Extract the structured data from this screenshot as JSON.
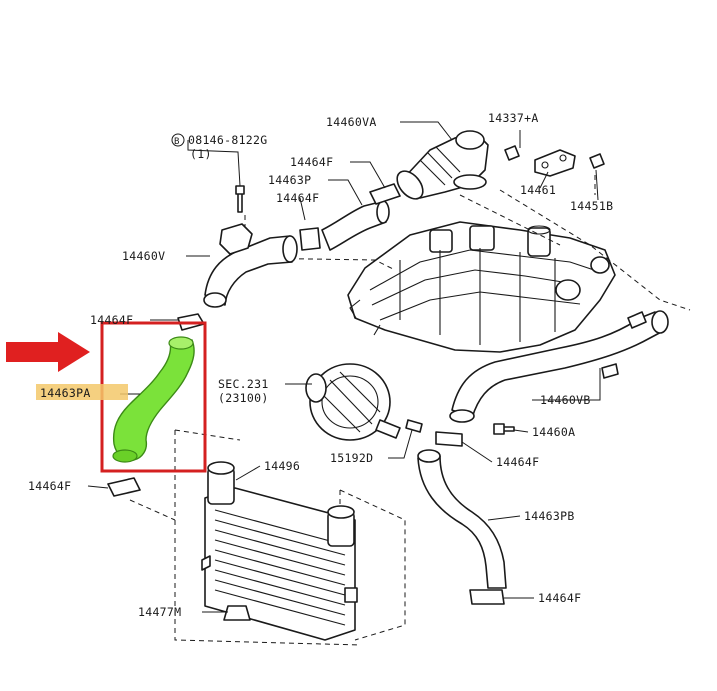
{
  "colors": {
    "highlight_box": "#d42020",
    "arrow": "#e02020",
    "highlight_part": "#7be23a",
    "highlight_label_bg": "#f3c86a",
    "line": "#1a1a1a"
  },
  "labels": {
    "l_14460VA": "14460VA",
    "l_14337A": "14337+A",
    "l_08146": "08146-8122G",
    "l_08146_qty": "(1)",
    "l_08146_mark": "B",
    "l_14464F_a": "14464F",
    "l_14463P": "14463P",
    "l_14464F_b": "14464F",
    "l_14461": "14461",
    "l_14451B": "14451B",
    "l_14460V": "14460V",
    "l_14464F_c": "14464F",
    "l_14463PA": "14463PA",
    "l_sec231": "SEC.231",
    "l_sec231_sub": "(23100)",
    "l_14460VB": "14460VB",
    "l_14460A": "14460A",
    "l_15192D": "15192D",
    "l_14464F_d": "14464F",
    "l_14496": "14496",
    "l_14464F_e": "14464F",
    "l_14463PB": "14463PB",
    "l_14464F_f": "14464F",
    "l_14477M": "14477M"
  },
  "icons": {
    "pointer": "red-arrow-icon",
    "bolt": "bolt-icon",
    "clamp": "hose-clamp-icon"
  }
}
